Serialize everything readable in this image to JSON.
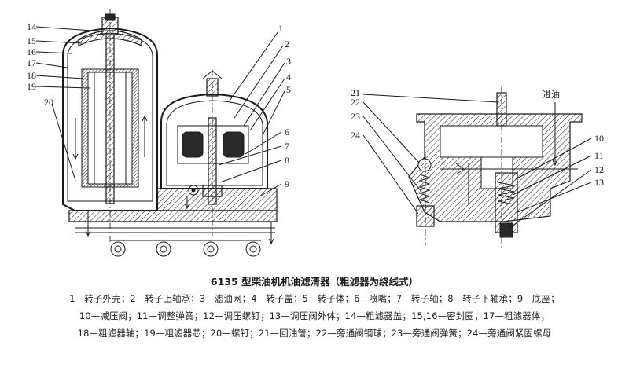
{
  "callouts_left": [
    "14",
    "15",
    "16",
    "17",
    "18",
    "19",
    "20",
    "1",
    "2",
    "3",
    "4",
    "5",
    "6",
    "7",
    "8",
    "9"
  ],
  "callouts_right": [
    "21",
    "22",
    "23",
    "24",
    "10",
    "11",
    "12",
    "13"
  ],
  "inlet_label": "进油",
  "caption": {
    "title": "6135 型柴油机机油滤清器（粗滤器为绕线式）",
    "line1": "1—转子外壳；2—转子上轴承；3—滤油网；4—转子盖；5—转子体；6—喷嘴；7—转子轴；8—转子下轴承；9—底座；",
    "line2": "10—减压阀；11—调整弹簧；12—调压螺钉；13—调压阀外体；14—粗滤器盖；15,16—密封圈；17—粗滤器体；",
    "line3": "18—粗滤器轴；19—粗滤器芯；20—螺钉；21—回油管；22—旁通阀钢球；23—旁通阀弹簧；24—旁通阀紧固螺母"
  }
}
